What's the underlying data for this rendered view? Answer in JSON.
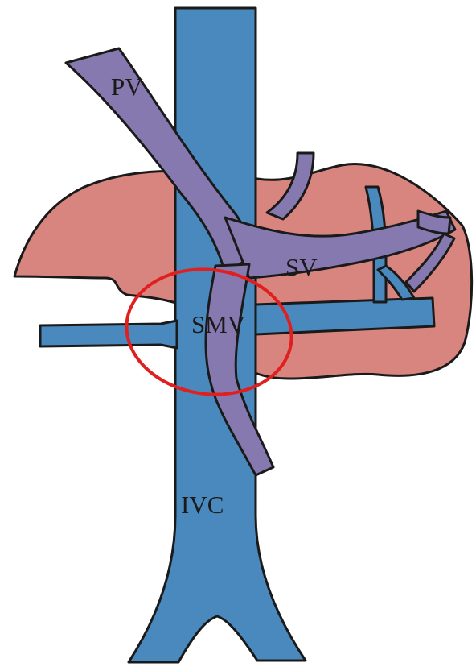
{
  "labels": {
    "pv": "PV",
    "sv": "SV",
    "smv": "SMV",
    "ivc": "IVC"
  },
  "colors": {
    "ivc": "#4a89bd",
    "portal_system": "#8579b0",
    "pancreas": "#d9857f",
    "outline": "#1a1a1a",
    "highlight_circle": "#e01f1f",
    "background": "#ffffff"
  }
}
